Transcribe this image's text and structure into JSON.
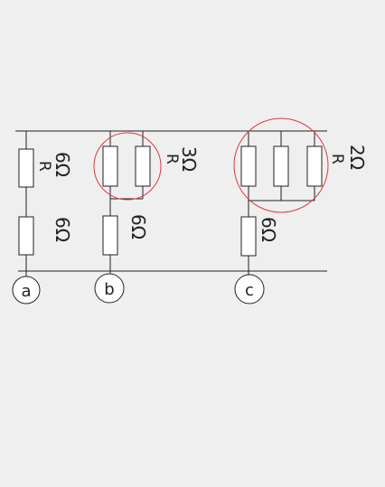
{
  "circuit": {
    "nodes": {
      "a": "a",
      "b": "b",
      "c": "c"
    },
    "labels": {
      "branch_a_top_name": "R",
      "branch_a_top_value": "6Ω",
      "branch_a_bottom_value": "6Ω",
      "branch_b_top_name": "R",
      "branch_b_top_value": "3Ω",
      "branch_b_bottom_value": "6Ω",
      "branch_c_top_name": "R",
      "branch_c_top_value": "2Ω",
      "branch_c_bottom_value": "6Ω"
    },
    "highlight_color": "#e0393e"
  }
}
